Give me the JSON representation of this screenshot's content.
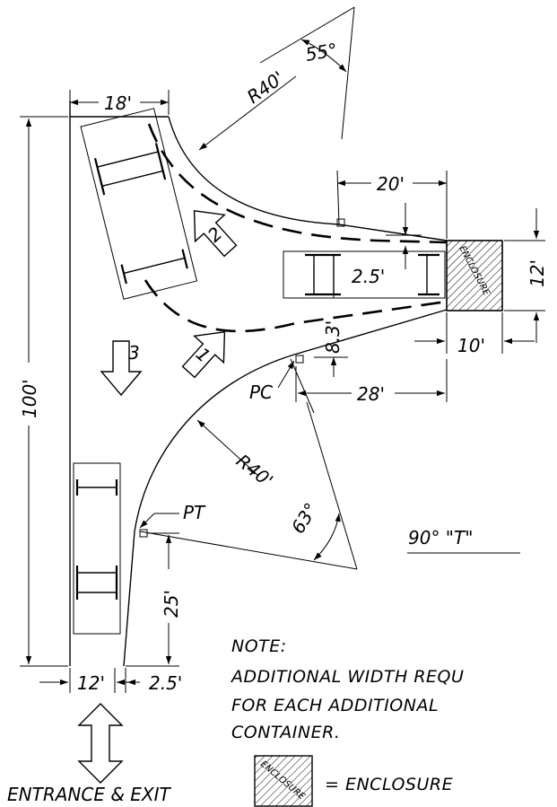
{
  "dims": {
    "top_width": "18'",
    "radius_top": "R40'",
    "angle_top": "55°",
    "setback_20": "20'",
    "offset_2_5_top": "2.5'",
    "enclosure_height": "12'",
    "offset_8_3": "8.3'",
    "pad_depth": "10'",
    "tangent_28": "28'",
    "overall_length": "100'",
    "radius_bottom": "R40'",
    "angle_bottom": "63°",
    "tangent_25": "25'",
    "lane_width": "12'",
    "offset_2_5_bottom": "2.5'"
  },
  "points": {
    "pc": "PC",
    "pt": "PT"
  },
  "arrows": {
    "arrow_1": "1",
    "arrow_2": "2",
    "arrow_3": "3"
  },
  "title": "90° \"T\"",
  "enclosure_label": "ENCLOSURE",
  "note": {
    "heading": "NOTE:",
    "line1": "ADDITIONAL WIDTH REQU",
    "line2": "FOR EACH ADDITIONAL",
    "line3": "CONTAINER."
  },
  "legend": {
    "text": "= ENCLOSURE",
    "swatch_label": "ENCLOSURE"
  },
  "entrance_label": "ENTRANCE & EXIT"
}
